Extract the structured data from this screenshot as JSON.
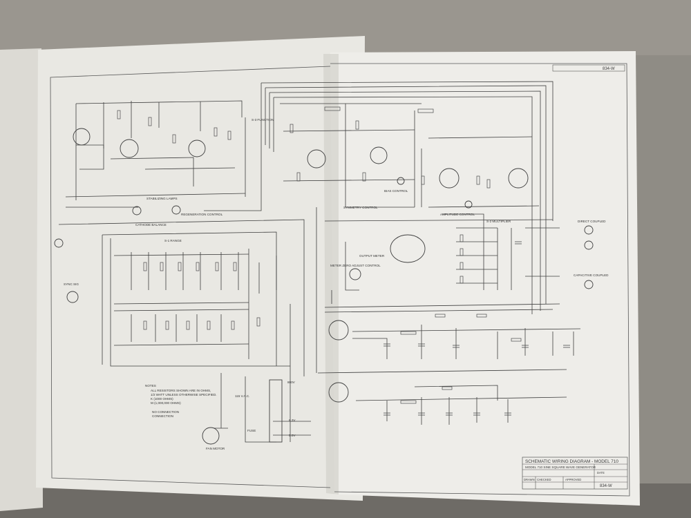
{
  "page": {
    "top_right_label": "834-W"
  },
  "title_block": {
    "title": "SCHEMATIC WIRING DIAGRAM - MODEL 710",
    "model_line": "MODEL 710 SINE SQUARE WAVE GENERATOR",
    "drawn_label": "DRAWN",
    "checked_label": "CHECKED",
    "approved_label": "APPROVED",
    "date_label": "DATE",
    "drawing_number": "834-W"
  },
  "schematic": {
    "labels": {
      "amplitude_control": "AMPLITUDE CONTROL",
      "multiplier": "S-2 MULTIPLIER",
      "direct_coupled": "DIRECT COUPLED",
      "capacitive_coupled": "CAPACITIVE COUPLED",
      "output_meter": "OUTPUT METER",
      "meter_zero_adjust": "METER ZERO ADJUST CONTROL",
      "symmetry_control": "SYMMETRY CONTROL",
      "bias_control": "BIAS CONTROL",
      "regeneration_control": "REGENERATION CONTROL",
      "cathode_balance": "CATHODE BALANCE",
      "stabilizing_lamps": "STABILIZING LAMPS",
      "range": "S-1 RANGE",
      "sync_sig": "SYNC SIG",
      "fan_motor": "FAN MOTOR",
      "notes_title": "NOTES",
      "note_1": "ALL RESISTORS SHOWN ARE IN OHMS,",
      "note_2": "1/2 WATT UNLESS OTHERWISE SPECIFIED.",
      "note_3": "K (1000 OHMS)",
      "note_4": "M (1,000,000 OHMS)",
      "connection_note_1": "NO CONNECTION",
      "connection_note_2": "CONNECTION",
      "fuse": "FUSE",
      "volt_115": "115 V.A.C.",
      "volt_6": "6.3V",
      "volt_5": "5.0V",
      "volt_800": "800V",
      "s3_function": "S-3 FUNCTION"
    }
  }
}
